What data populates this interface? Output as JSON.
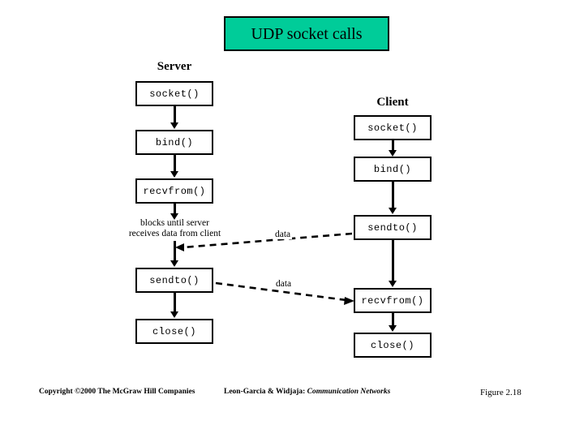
{
  "slide": {
    "title": "UDP socket calls",
    "title_bg_color": "#00CC99",
    "background_color": "#FFFFFF",
    "line_color": "#000000"
  },
  "columns": {
    "server": {
      "heading": "Server",
      "calls": [
        {
          "label": "socket()"
        },
        {
          "label": "bind()"
        },
        {
          "label": "recvfrom()"
        },
        {
          "label": "sendto()"
        },
        {
          "label": "close()"
        }
      ]
    },
    "client": {
      "heading": "Client",
      "calls": [
        {
          "label": "socket()"
        },
        {
          "label": "bind()"
        },
        {
          "label": "sendto()"
        },
        {
          "label": "recvfrom()"
        },
        {
          "label": "close()"
        }
      ]
    }
  },
  "annotations": {
    "blocking_note": {
      "line1": "blocks until server",
      "line2": "receives data from client"
    },
    "data_flows": [
      {
        "label": "data",
        "direction": "client-to-server"
      },
      {
        "label": "data",
        "direction": "server-to-client"
      }
    ]
  },
  "footer": {
    "copyright": "Copyright ©2000 The McGraw Hill Companies",
    "credit_authors": "Leon-Garcia & Widjaja:",
    "credit_book": "Communication Networks",
    "figure": "Figure 2.18"
  }
}
